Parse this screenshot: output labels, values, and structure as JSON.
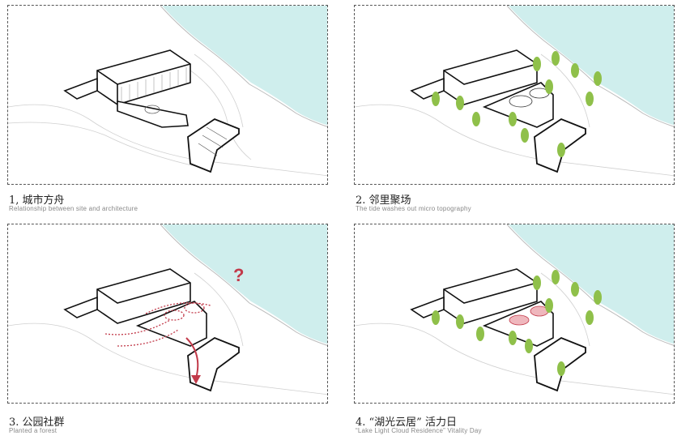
{
  "panels": [
    {
      "title": "1, 城市方舟",
      "subtitle": "Relationship between site and architecture"
    },
    {
      "title": "2. 邻里聚场",
      "subtitle": "The tide washes out micro topography"
    },
    {
      "title": "3. 公园社群",
      "subtitle": "Planted a forest"
    },
    {
      "title": "4. “湖光云居” 活力日",
      "subtitle": "“Lake Light Cloud Residence” Vitality Day"
    }
  ],
  "annotation": {
    "question_mark": "?"
  },
  "colors": {
    "water": "#cfeeed",
    "tree": "#8fc04a",
    "accent": "#c23a4a",
    "highlight": "#efb7bd"
  }
}
